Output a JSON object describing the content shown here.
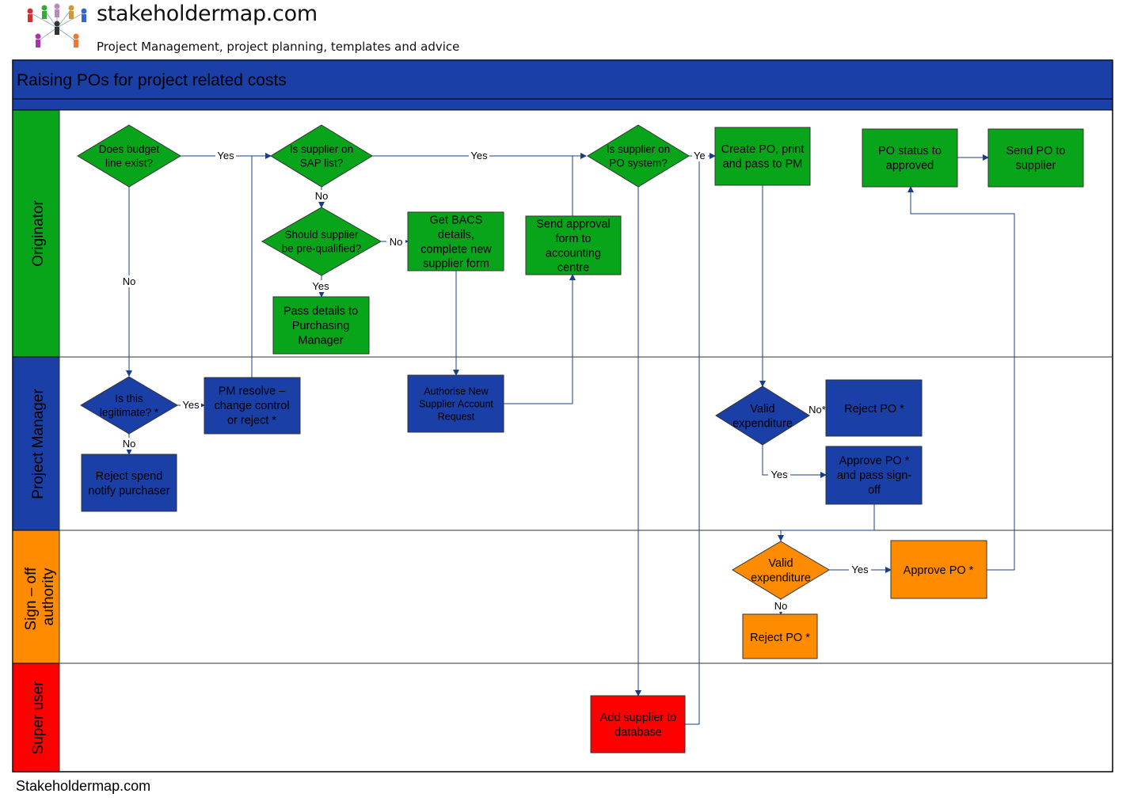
{
  "site": {
    "title": "stakeholdermap.com",
    "subtitle": "Project Management, project planning, templates and advice",
    "footer": "Stakeholdermap.com"
  },
  "diagram": {
    "title": "Raising POs for project related costs",
    "colors": {
      "banner": "#1a3fa6",
      "green": "#08a51a",
      "blue": "#1a3fa6",
      "orange": "#ff8c00",
      "red": "#ff0000",
      "connector": "#1a3f8a"
    },
    "lanes": [
      {
        "id": "originator",
        "label": "Originator",
        "color": "#08a51a"
      },
      {
        "id": "pm",
        "label": "Project Manager",
        "color": "#1a3fa6"
      },
      {
        "id": "signoff",
        "label": "Sign – off\nauthority",
        "color": "#ff8c00"
      },
      {
        "id": "super",
        "label": "Super user",
        "color": "#ff0000"
      }
    ],
    "nodes": {
      "budget": "Does budget\nline exist?",
      "sap": "Is supplier on\nSAP list?",
      "posys": "Is supplier on\nPO system?",
      "createpo": "Create PO, print\nand pass to PM",
      "approved": "PO status to\napproved",
      "sendpo": "Send PO to\nsupplier",
      "prequal": "Should supplier\nbe pre-qualified?",
      "bacs": "Get BACS\ndetails,\ncomplete new\nsupplier form",
      "sendform": "Send approval\nform to\naccounting\ncentre",
      "passdetails": "Pass details to\nPurchasing\nManager",
      "legit": "Is this\nlegitimate? *",
      "pmresolve": "PM resolve –\nchange control\nor reject *",
      "authorise": "Authorise New\nSupplier Account\nRequest",
      "valid1": "Valid\nexpenditure",
      "rejectpm": "Reject PO *",
      "approvepm": "Approve PO *\nand pass sign-\noff",
      "rejectspend": "Reject spend\nnotify purchaser",
      "valid2": "Valid\nexpenditure",
      "approveso": "Approve PO *",
      "rejectso": "Reject PO *",
      "addsupplier": "Add supplier to\ndatabase"
    },
    "edge_labels": {
      "yes": "Yes",
      "no": "No",
      "ye": "Ye",
      "no_star": "No*"
    }
  }
}
